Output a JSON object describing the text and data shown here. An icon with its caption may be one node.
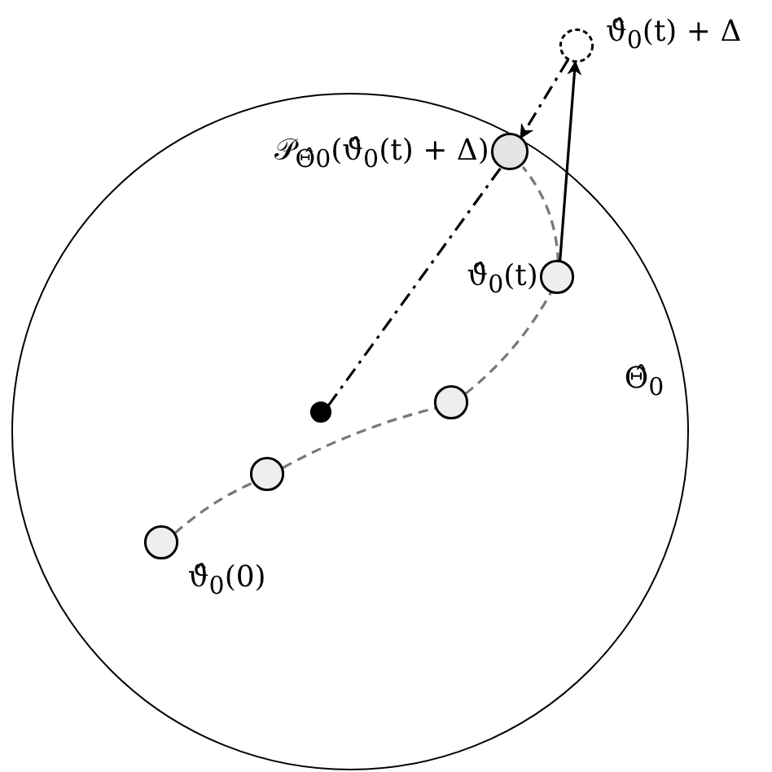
{
  "diagram": {
    "nodes": [
      {
        "text": [
          "Θ̂$_{0}$"
        ]
      },
      {
        "text": [
          "ϑ̂$_{0}$(t) + Δ"
        ]
      },
      {
        "text": [
          "𝒫$_{Θ̂0}$(ϑ̂$_{0}$(t) + Δ)"
        ],
        "in": 0
      },
      {
        "text": [
          "ϑ̂$_{0}$(t)"
        ],
        "in": 0
      },
      {
        "text": [],
        "shape": "circle",
        "in": 0
      },
      {
        "text": [],
        "shape": "circle",
        "in": 0
      },
      {
        "text": [],
        "shape": "circle",
        "in": 0
      },
      {
        "text": [
          "ϑ̂$_{0}$(0)"
        ],
        "in": 0
      }
    ],
    "edges": [
      {
        "from": 7,
        "to": 4,
        "arrow": "none",
        "style": "dashed"
      },
      {
        "from": 4,
        "to": 6,
        "arrow": "none",
        "style": "dashed"
      },
      {
        "from": 6,
        "to": 3,
        "arrow": "none",
        "style": "dashed"
      },
      {
        "from": 3,
        "to": 2,
        "arrow": "none",
        "style": "dashed"
      },
      {
        "from": 3,
        "to": 1,
        "arrow": "to",
        "color": "#000000"
      },
      {
        "from": 1,
        "to": 2,
        "arrow": "to",
        "style": "dashed",
        "color": "#000000"
      },
      {
        "from": 5,
        "to": 2,
        "arrow": "none",
        "style": "dashed",
        "color": "#000000"
      }
    ]
  }
}
